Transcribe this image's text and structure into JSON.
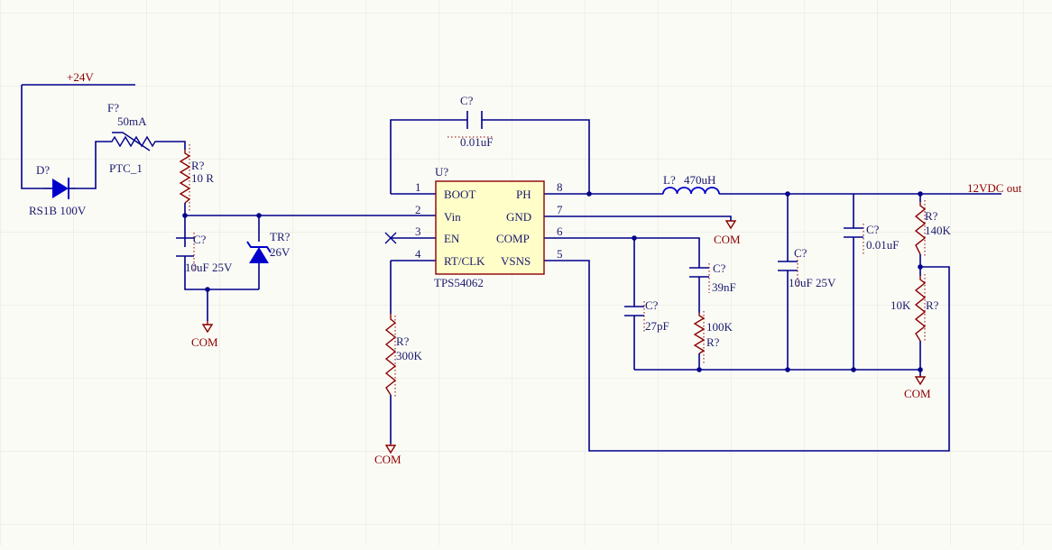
{
  "colors": {
    "background": "#fbfbf6",
    "grid": "#e4e4dc",
    "wire": "#00008b",
    "text": "#1a1a6e",
    "power": "#8b0000",
    "body_fill": "#fffec8",
    "body_stroke": "#8b0000",
    "symbol": "#0000cc",
    "resistor": "#8b0000"
  },
  "net_labels": {
    "vin": "+24V",
    "vout": "12VDC out",
    "com": "COM"
  },
  "ic": {
    "designator": "U?",
    "part": "TPS54062",
    "pins_left": [
      {
        "num": "1",
        "name": "BOOT"
      },
      {
        "num": "2",
        "name": "Vin"
      },
      {
        "num": "3",
        "name": "EN"
      },
      {
        "num": "4",
        "name": "RT/CLK"
      }
    ],
    "pins_right": [
      {
        "num": "8",
        "name": "PH"
      },
      {
        "num": "7",
        "name": "GND"
      },
      {
        "num": "6",
        "name": "COMP"
      },
      {
        "num": "5",
        "name": "VSNS"
      }
    ]
  },
  "components": {
    "diode": {
      "designator": "D?",
      "value": "RS1B 100V"
    },
    "fuse": {
      "designator": "F?",
      "rating": "50mA",
      "value": "PTC_1"
    },
    "r_input": {
      "designator": "R?",
      "value": "10 R"
    },
    "c_input": {
      "designator": "C?",
      "value": "10uF 25V"
    },
    "tvs": {
      "designator": "TR?",
      "value": "26V"
    },
    "c_boot": {
      "designator": "C?",
      "value": "0.01uF"
    },
    "r_rt": {
      "designator": "R?",
      "value": "300K"
    },
    "inductor": {
      "designator": "L?",
      "value": "470uH"
    },
    "c_comp_a": {
      "designator": "C?",
      "value": "27pF"
    },
    "c_comp_b": {
      "designator": "C?",
      "value": "39nF"
    },
    "r_comp": {
      "designator": "R?",
      "value": "100K"
    },
    "c_out_bulk": {
      "designator": "C?",
      "value": "10uF 25V"
    },
    "c_out_cer": {
      "designator": "C?",
      "value": "0.01uF"
    },
    "r_fb_top": {
      "designator": "R?",
      "value": "140K"
    },
    "r_fb_bot": {
      "designator": "R?",
      "value": "10K"
    }
  }
}
